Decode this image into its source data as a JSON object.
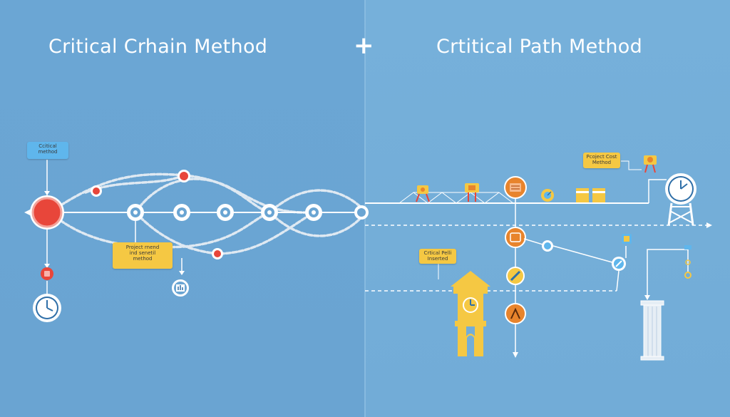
{
  "header": {
    "left_title": "Critical Crhain Method",
    "plus_symbol": "+",
    "right_title": "Crtitical Path Method"
  },
  "labels": {
    "critical_method": [
      "Ccitical",
      "method"
    ],
    "project_method": [
      "Project rnend",
      "ind senetil",
      "method"
    ],
    "project_cost_method": [
      "Pcoject Cost",
      "Method"
    ],
    "critical_path_inserted": [
      "Crtical Pelli",
      "Inserted"
    ]
  },
  "colors": {
    "background_left": "#6aa5d3",
    "background_right": "#74aed8",
    "node_red": "#e8463a",
    "node_orange": "#e8842c",
    "note_yellow": "#f5c843",
    "note_blue": "#5fb6ec",
    "line_white": "#ffffff"
  },
  "icons": [
    "clock-icon",
    "chain-icon",
    "gear-icon",
    "tower-icon",
    "clock-tower-icon",
    "column-icon"
  ]
}
